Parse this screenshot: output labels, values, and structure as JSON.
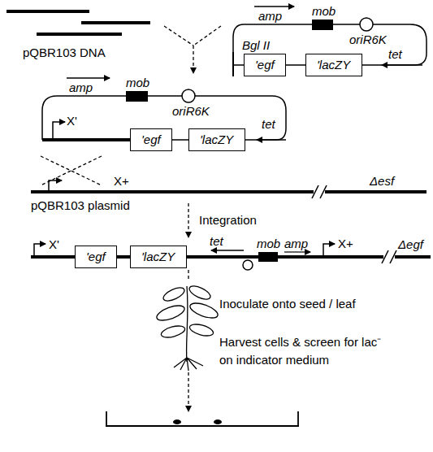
{
  "diagram": {
    "nodes": [
      {
        "text": [
          "'egf"
        ]
      },
      {
        "text": [
          "'lacZY"
        ]
      },
      {
        "text": [
          "'egf"
        ]
      },
      {
        "text": [
          "'lacZY"
        ]
      },
      {
        "text": [
          "'egf"
        ]
      },
      {
        "text": [
          "'lacZY"
        ]
      }
    ],
    "labels": [
      "pQBR103 DNA",
      "amp",
      "mob",
      "oriR6K",
      "Bgl II",
      "tet",
      "amp",
      "mob",
      "oriR6K",
      "X'",
      "tet",
      "X+",
      "Δesf",
      "pQBR103 plasmid",
      "Integration",
      "X'",
      "tet",
      "mob",
      "amp",
      "X+",
      "Δegf",
      "Inoculate onto seed / leaf",
      "Harvest cells & screen for lac⁻ on indicator medium"
    ]
  }
}
